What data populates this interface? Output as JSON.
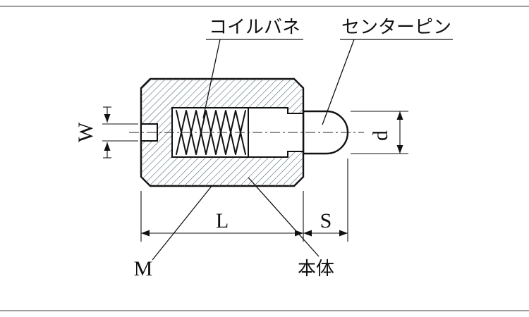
{
  "diagram": {
    "part_labels": {
      "coil_spring": "コイルバネ",
      "center_pin": "センターピン",
      "body": "本体"
    },
    "dimension_labels": {
      "slot_width": "W",
      "body_length": "L",
      "stroke": "S",
      "thread": "M",
      "pin_diameter": "d"
    },
    "colors": {
      "part_fill": "#d7edf8",
      "hatch_line": "#44606e",
      "outline": "#111111",
      "background": "#ffffff",
      "frame_line": "#3c3c3c"
    }
  }
}
